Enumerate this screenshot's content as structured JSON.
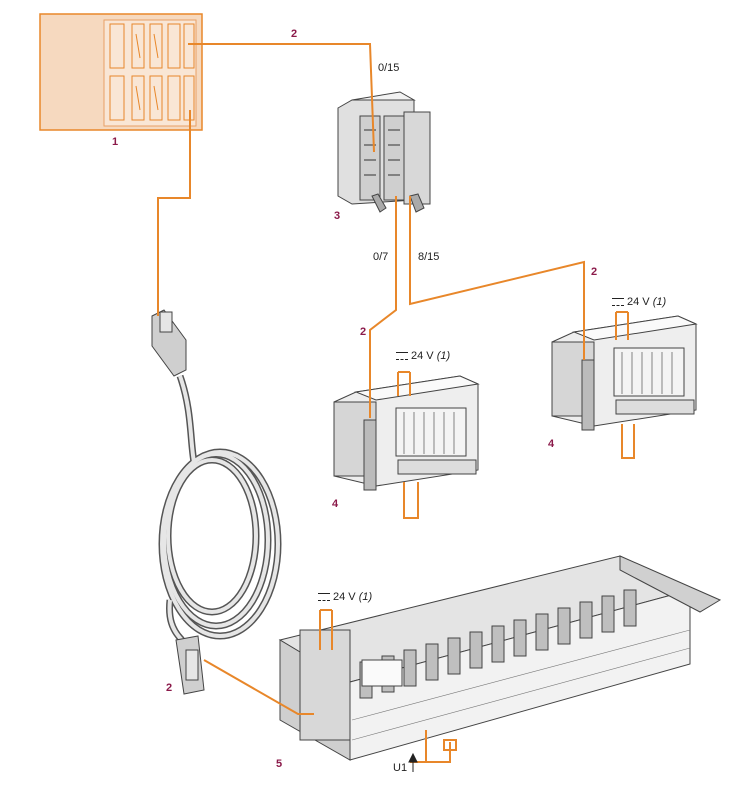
{
  "colors": {
    "cable": "#e8872a",
    "plc_fill": "#f6d9bf",
    "number_label": "#8b1a4a",
    "device_fill": "#eeeeee",
    "device_dark": "#bdbdbd",
    "outline": "#444444"
  },
  "labels": {
    "item1": "1",
    "item3": "3",
    "item4a": "4",
    "item4b": "4",
    "item5": "5",
    "cable_top": "2",
    "cable_mid_left": "2",
    "cable_mid_right": "2",
    "cable_bottom": "2",
    "range_full": "0/15",
    "range_low": "0/7",
    "range_high": "8/15",
    "supply_prefix": "24 V ",
    "supply_note": "(1)",
    "u1": "U1"
  },
  "icons": {
    "plc": "plc-module",
    "splitter": "splitter-box",
    "interface": "interface-module",
    "relay_base": "relay-base",
    "dc_symbol": "dc-symbol",
    "arrow": "arrow-up-icon"
  }
}
